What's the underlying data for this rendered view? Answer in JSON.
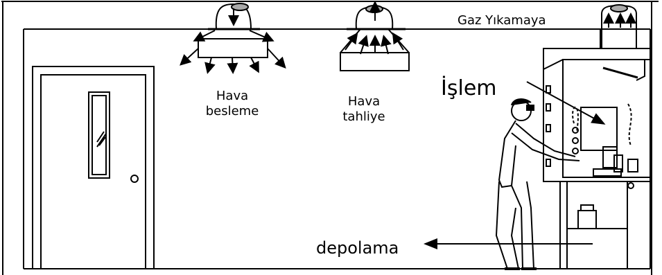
{
  "labels": {
    "air_supply_line1": "Hava",
    "air_supply_line2": "besleme",
    "air_exhaust_line1": "Hava",
    "air_exhaust_line2": "tahliye",
    "gas_scrubber": "Gaz Yıkamaya",
    "process": "İşlem",
    "storage": "depolama"
  },
  "colors": {
    "line": "#000000",
    "background": "#ffffff"
  },
  "icons": [
    "air-supply-diffuser-icon",
    "air-exhaust-hood-icon",
    "gas-scrubber-duct-icon",
    "door-icon",
    "fume-hood-icon",
    "worker-figure-icon",
    "storage-bottle-icon"
  ]
}
